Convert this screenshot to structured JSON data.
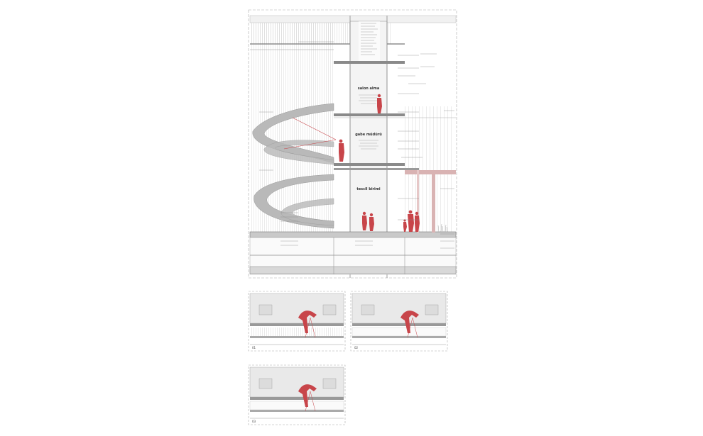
{
  "main_section": {
    "rooms": {
      "top": "salon alma",
      "middle": "gabe müdürü",
      "bottom": "tescil birimi"
    }
  },
  "details": [
    {
      "label": "01"
    },
    {
      "label": "02"
    },
    {
      "label": "03"
    }
  ],
  "colors": {
    "accent": "#c8454a",
    "accent_soft": "#d9b3b3",
    "stair": "#b9b9b9",
    "slab": "#8a8a8a",
    "line": "#9a9a9a"
  }
}
